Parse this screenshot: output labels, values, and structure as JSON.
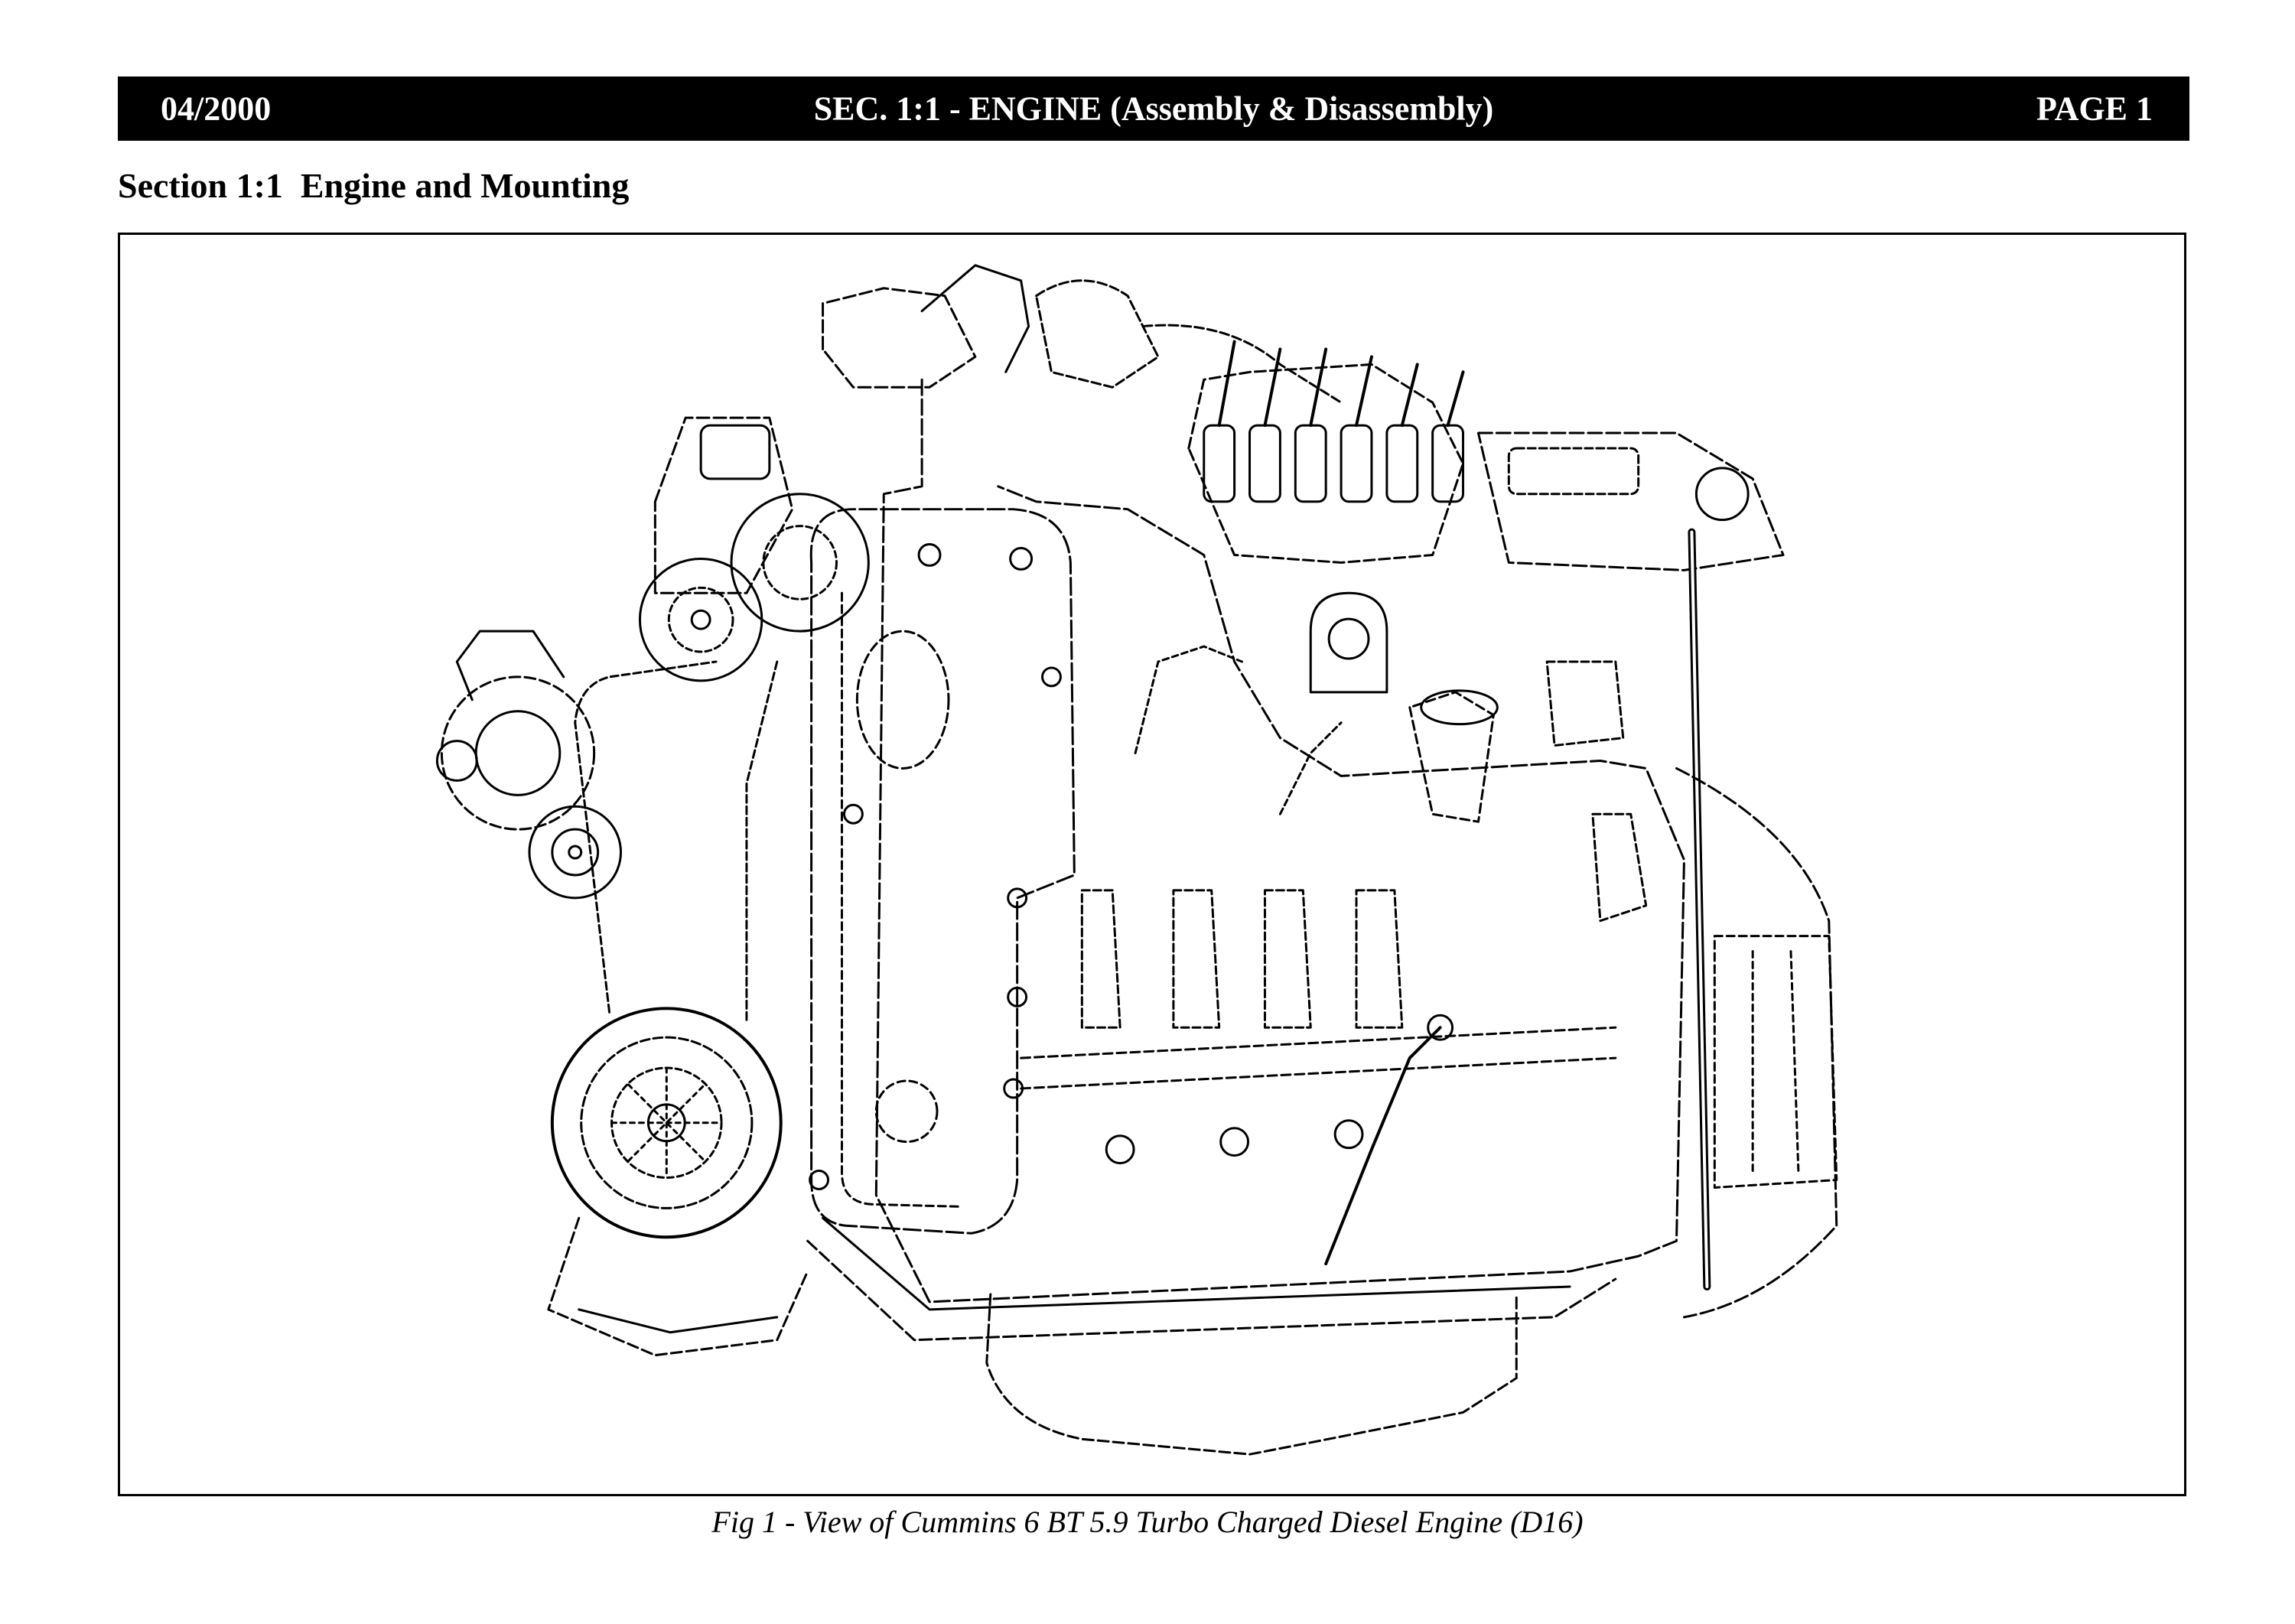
{
  "header": {
    "date": "04/2000",
    "title": "SEC. 1:1 - ENGINE (Assembly & Disassembly)",
    "page": "PAGE 1"
  },
  "section": {
    "heading": "Section 1:1  Engine and Mounting"
  },
  "figure": {
    "caption": "Fig 1 - View of Cummins 6 BT 5.9 Turbo Charged Diesel Engine (D16)"
  },
  "colors": {
    "header_background": "#000000",
    "header_text": "#ffffff",
    "line_art": "#000000"
  }
}
